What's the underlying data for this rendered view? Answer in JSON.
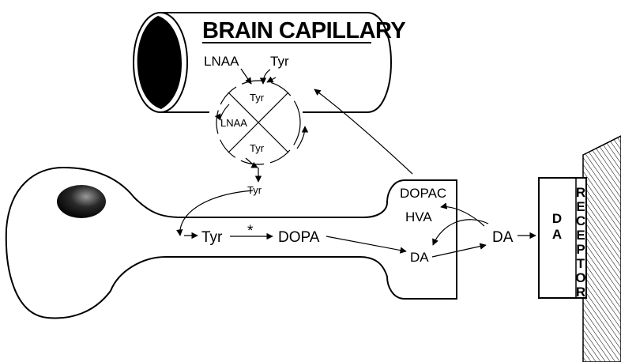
{
  "capillary": {
    "title": "BRAIN CAPILLARY",
    "lnaa": "LNAA",
    "tyr": "Tyr"
  },
  "transporter": {
    "top": "Tyr",
    "left": "LNAA",
    "bottom": "Tyr"
  },
  "neuron": {
    "tyr_entering": "Tyr",
    "tyr": "Tyr",
    "step_marker": "*",
    "dopa": "DOPA",
    "da_inside": "DA",
    "dopac": "DOPAC",
    "hva": "HVA"
  },
  "synapse": {
    "da": "DA"
  },
  "receptor": {
    "da_label": [
      "D",
      "A"
    ],
    "receptor_label": [
      "R",
      "E",
      "C",
      "E",
      "P",
      "T",
      "O",
      "R"
    ]
  }
}
